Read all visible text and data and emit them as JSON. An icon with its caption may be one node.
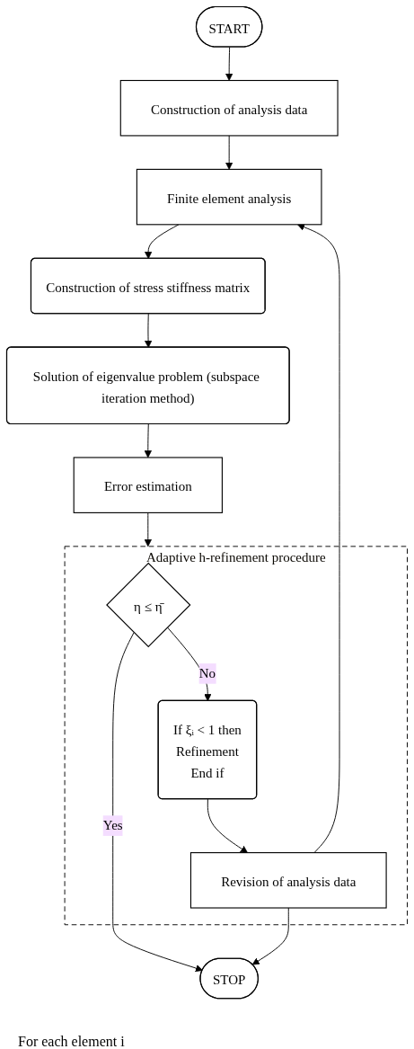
{
  "diagram": {
    "nodes": [
      {
        "text": [
          "START"
        ]
      },
      {
        "text": [
          "Construction of analysis data"
        ]
      },
      {
        "text": [
          "Finite element analysis"
        ]
      },
      {
        "text": [
          "Construction of stress stiffness matrix"
        ]
      },
      {
        "text": [
          "Solution of eigenvalue problem (subspace iteration method)"
        ]
      },
      {
        "text": [
          "Error estimation"
        ]
      },
      {
        "text": [
          "Adaptive h-refinement procedure"
        ]
      },
      {
        "text": [
          "η ≤ η̄"
        ],
        "in": 6
      },
      {
        "text": [
          "If ξᵢ < 1 then",
          "Refinement",
          "End if"
        ],
        "in": 6
      },
      {
        "text": [
          "Revision of analysis data"
        ],
        "in": 6
      },
      {
        "text": [
          "STOP"
        ]
      }
    ],
    "edges": [
      {
        "from": 0,
        "to": 1,
        "arrow": "to"
      },
      {
        "from": 1,
        "to": 2,
        "arrow": "to"
      },
      {
        "from": 2,
        "to": 3,
        "arrow": "to"
      },
      {
        "from": 3,
        "to": 4,
        "arrow": "to"
      },
      {
        "from": 4,
        "to": 5,
        "arrow": "to"
      },
      {
        "from": 5,
        "to": 6,
        "arrow": "to"
      },
      {
        "from": 7,
        "to": 8,
        "label": "No",
        "arrow": "to"
      },
      {
        "from": 7,
        "to": 10,
        "label": "Yes",
        "arrow": "to"
      },
      {
        "from": 8,
        "to": 9,
        "arrow": "to"
      },
      {
        "from": 9,
        "to": 2,
        "arrow": "to"
      },
      {
        "from": 9,
        "to": 10,
        "arrow": "to"
      }
    ],
    "labels": [
      "For each element i"
    ]
  }
}
